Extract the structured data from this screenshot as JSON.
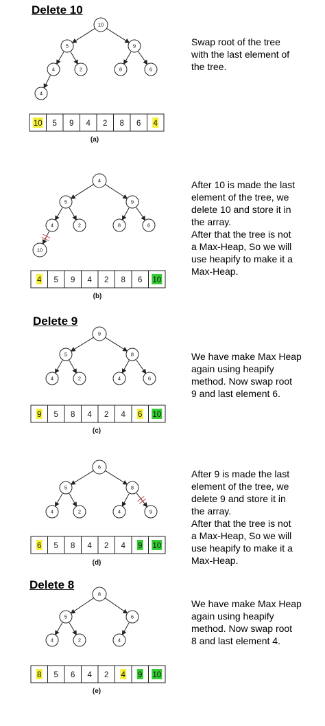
{
  "colors": {
    "swap_highlight": "#f6f03a",
    "sorted_highlight": "#33cc33",
    "stroke": "#222222",
    "cut_mark": "#d24040"
  },
  "headings": {
    "delete_10": "Delete 10",
    "delete_9": "Delete 9",
    "delete_8": "Delete 8"
  },
  "steps": [
    {
      "id": "a",
      "caption": "(a)",
      "description": [
        "Swap root of the tree",
        "with the last element of",
        "the tree."
      ],
      "tree": [
        "10",
        "5",
        "9",
        "4",
        "2",
        "8",
        "6",
        "4"
      ],
      "detached": [],
      "array": [
        {
          "value": "10",
          "mark": "swap"
        },
        {
          "value": "5",
          "mark": "none"
        },
        {
          "value": "9",
          "mark": "none"
        },
        {
          "value": "4",
          "mark": "none"
        },
        {
          "value": "2",
          "mark": "none"
        },
        {
          "value": "8",
          "mark": "none"
        },
        {
          "value": "6",
          "mark": "none"
        },
        {
          "value": "4",
          "mark": "swap"
        }
      ]
    },
    {
      "id": "b",
      "caption": "(b)",
      "description": [
        "After 10 is made the last",
        "element of the tree, we",
        "delete 10 and store it in",
        "the array.",
        "After that the tree is not",
        "a Max-Heap, So we will",
        "use heapify to make it a",
        "Max-Heap."
      ],
      "tree": [
        "4",
        "5",
        "9",
        "4",
        "2",
        "8",
        "6",
        "10"
      ],
      "detached": [
        7
      ],
      "array": [
        {
          "value": "4",
          "mark": "swap"
        },
        {
          "value": "5",
          "mark": "none"
        },
        {
          "value": "9",
          "mark": "none"
        },
        {
          "value": "4",
          "mark": "none"
        },
        {
          "value": "2",
          "mark": "none"
        },
        {
          "value": "8",
          "mark": "none"
        },
        {
          "value": "6",
          "mark": "none"
        },
        {
          "value": "10",
          "mark": "sorted"
        }
      ]
    },
    {
      "id": "c",
      "caption": "(c)",
      "description": [
        "We have make Max Heap",
        "again using heapify",
        "method. Now swap root",
        "9 and last element 6."
      ],
      "tree": [
        "9",
        "5",
        "8",
        "4",
        "2",
        "4",
        "6"
      ],
      "detached": [],
      "array": [
        {
          "value": "9",
          "mark": "swap"
        },
        {
          "value": "5",
          "mark": "none"
        },
        {
          "value": "8",
          "mark": "none"
        },
        {
          "value": "4",
          "mark": "none"
        },
        {
          "value": "2",
          "mark": "none"
        },
        {
          "value": "4",
          "mark": "none"
        },
        {
          "value": "6",
          "mark": "swap"
        },
        {
          "value": "10",
          "mark": "sorted"
        }
      ]
    },
    {
      "id": "d",
      "caption": "(d)",
      "description": [
        "After 9 is made the last",
        "element of the tree, we",
        "delete 9 and store it in",
        "the array.",
        "After that the tree is not",
        "a Max-Heap, So we will",
        "use heapify to make it a",
        "Max-Heap."
      ],
      "tree": [
        "6",
        "5",
        "8",
        "4",
        "2",
        "4",
        "9"
      ],
      "detached": [
        6
      ],
      "array": [
        {
          "value": "6",
          "mark": "swap"
        },
        {
          "value": "5",
          "mark": "none"
        },
        {
          "value": "8",
          "mark": "none"
        },
        {
          "value": "4",
          "mark": "none"
        },
        {
          "value": "2",
          "mark": "none"
        },
        {
          "value": "4",
          "mark": "none"
        },
        {
          "value": "9",
          "mark": "sorted"
        },
        {
          "value": "10",
          "mark": "sorted"
        }
      ]
    },
    {
      "id": "e",
      "caption": "(e)",
      "description": [
        "We have make Max Heap",
        "again using heapify",
        "method. Now swap root",
        "8 and last element 4."
      ],
      "tree": [
        "8",
        "5",
        "6",
        "4",
        "2",
        "4"
      ],
      "detached": [],
      "array": [
        {
          "value": "8",
          "mark": "swap"
        },
        {
          "value": "5",
          "mark": "none"
        },
        {
          "value": "6",
          "mark": "none"
        },
        {
          "value": "4",
          "mark": "none"
        },
        {
          "value": "2",
          "mark": "none"
        },
        {
          "value": "4",
          "mark": "swap"
        },
        {
          "value": "9",
          "mark": "sorted"
        },
        {
          "value": "10",
          "mark": "sorted"
        }
      ]
    }
  ]
}
